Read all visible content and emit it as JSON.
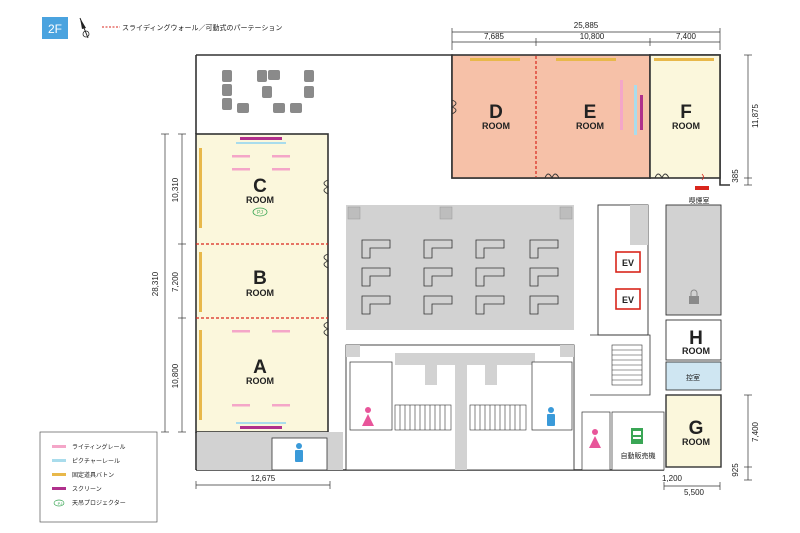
{
  "floor": {
    "label": "2F"
  },
  "top_legend": {
    "partition_text": "スライディングウォール／可動式のパーテーション"
  },
  "dimensions": {
    "total_width": "25,885",
    "d_width": "7,685",
    "e_width": "10,800",
    "f_width": "7,400",
    "right_height_top": "11,875",
    "right_small": "385",
    "left_total": "28,310",
    "c_height": "10,310",
    "b_height": "7,200",
    "a_height": "10,800",
    "bottom_left_width": "12,675",
    "g_height": "7,400",
    "bottom_small": "925",
    "bottom_right_gap": "1,200",
    "bottom_right_width": "5,500"
  },
  "rooms": {
    "a": {
      "letter": "A",
      "word": "ROOM"
    },
    "b": {
      "letter": "B",
      "word": "ROOM"
    },
    "c": {
      "letter": "C",
      "word": "ROOM"
    },
    "d": {
      "letter": "D",
      "word": "ROOM"
    },
    "e": {
      "letter": "E",
      "word": "ROOM"
    },
    "f": {
      "letter": "F",
      "word": "ROOM"
    },
    "g": {
      "letter": "G",
      "word": "ROOM"
    },
    "h": {
      "letter": "H",
      "word": "ROOM"
    }
  },
  "labels": {
    "ev1": "EV",
    "ev2": "EV",
    "smoking": "喫煙室",
    "waiting": "控室",
    "vending": "自動販売機",
    "pj": "PJ"
  },
  "legend": {
    "items": [
      {
        "label": "ライティングレール",
        "color": "#f4a6c8"
      },
      {
        "label": "ピクチャーレール",
        "color": "#a9dcec"
      },
      {
        "label": "固定道具バトン",
        "color": "#e8b84a"
      },
      {
        "label": "スクリーン",
        "color": "#b0308c"
      },
      {
        "label": "天吊プロジェクター",
        "color": "#3aa655",
        "badge": "PJ"
      }
    ]
  },
  "colors": {
    "room_cream": "#fbf7dc",
    "room_salmon": "#f6c1a8",
    "corridor_gray": "#d2d2d2",
    "wall": "#333333",
    "partition": "#d9261c",
    "female": "#e8559a",
    "male": "#3a9ad9",
    "accent_blue": "#4aa3df",
    "waiting_blue": "#cfe6f2"
  }
}
